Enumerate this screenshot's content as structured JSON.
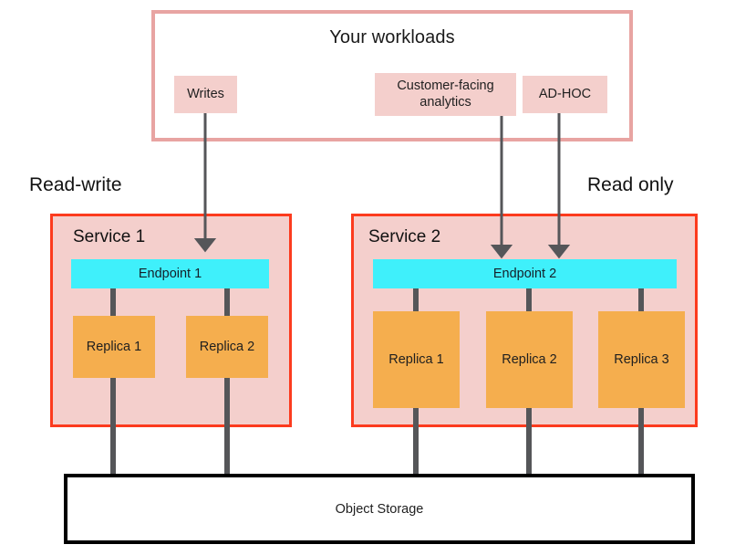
{
  "diagram": {
    "title": "Your workloads",
    "workloads": [
      {
        "id": "writes",
        "label": "Writes"
      },
      {
        "id": "cfa",
        "label": "Customer-facing analytics"
      },
      {
        "id": "adhoc",
        "label": "AD-HOC"
      }
    ],
    "captions": {
      "left": "Read-write",
      "right": "Read only"
    },
    "services": [
      {
        "id": "service-1",
        "label": "Service 1",
        "endpoint": "Endpoint 1",
        "replicas": [
          "Replica 1",
          "Replica 2"
        ]
      },
      {
        "id": "service-2",
        "label": "Service 2",
        "endpoint": "Endpoint 2",
        "replicas": [
          "Replica 1",
          "Replica 2",
          "Replica 3"
        ]
      }
    ],
    "storage": {
      "label": "Object Storage"
    },
    "colors": {
      "workload_frame_border": "#e8a4a2",
      "workload_chip_fill": "#f4cfcc",
      "service_border": "#fc3b1e",
      "service_fill": "#f4cfcc",
      "endpoint_fill": "#3ff0fb",
      "replica_fill": "#f5ae4e",
      "connector": "#555659",
      "storage_border": "#000000",
      "background": "#ffffff"
    },
    "arrows": [
      {
        "id": "writes-to-endpoint-1",
        "from": "writes",
        "to": "service-1"
      },
      {
        "id": "cfa-to-endpoint-2",
        "from": "cfa",
        "to": "service-2"
      },
      {
        "id": "adhoc-to-endpoint-2",
        "from": "adhoc",
        "to": "service-2"
      }
    ]
  }
}
